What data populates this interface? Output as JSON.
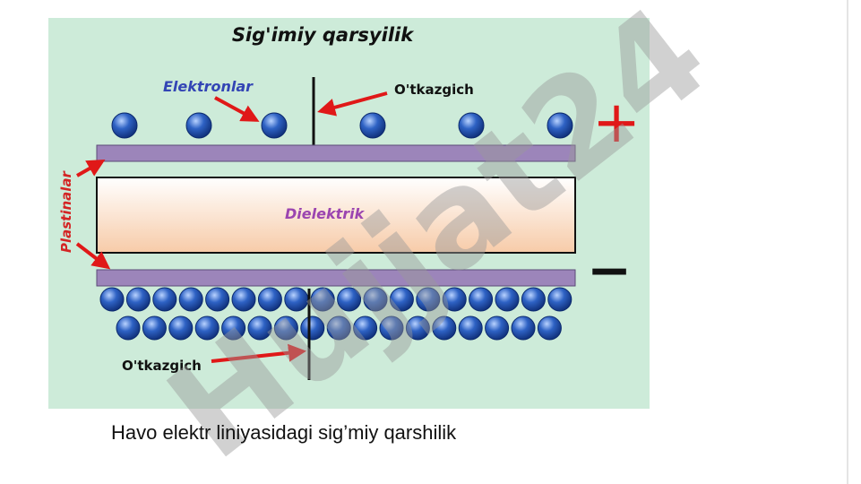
{
  "diagram": {
    "title": "Sig'imiy qarsyilik",
    "labels": {
      "electrons": "Elektronlar",
      "conductor_top": "O'tkazgich",
      "conductor_bottom": "O'tkazgich",
      "plates": "Plastinalar",
      "dielectric": "Dielektrik"
    },
    "terminals": {
      "positive": "+",
      "negative": "−"
    },
    "electron_counts": {
      "top_row": 6,
      "bottom_row_1": 18,
      "bottom_row_2": 17
    }
  },
  "watermark": {
    "text": "Hujjat24"
  },
  "caption": "Havo elektr liniyasidagi sig’miy qarshilik",
  "colors": {
    "panel_bg": "#cdebd9",
    "plate": "#9c85ba",
    "dielectric_top": "#ffffff",
    "dielectric_bottom": "#f7cba8",
    "electron": "#2e62c4",
    "arrow": "#e01818",
    "electrons_label": "#3345b5",
    "plates_label": "#d42424",
    "dielectric_label": "#9b45b0",
    "watermark": "#9a9a9a",
    "watermark_blue": "#a5a8f5"
  }
}
